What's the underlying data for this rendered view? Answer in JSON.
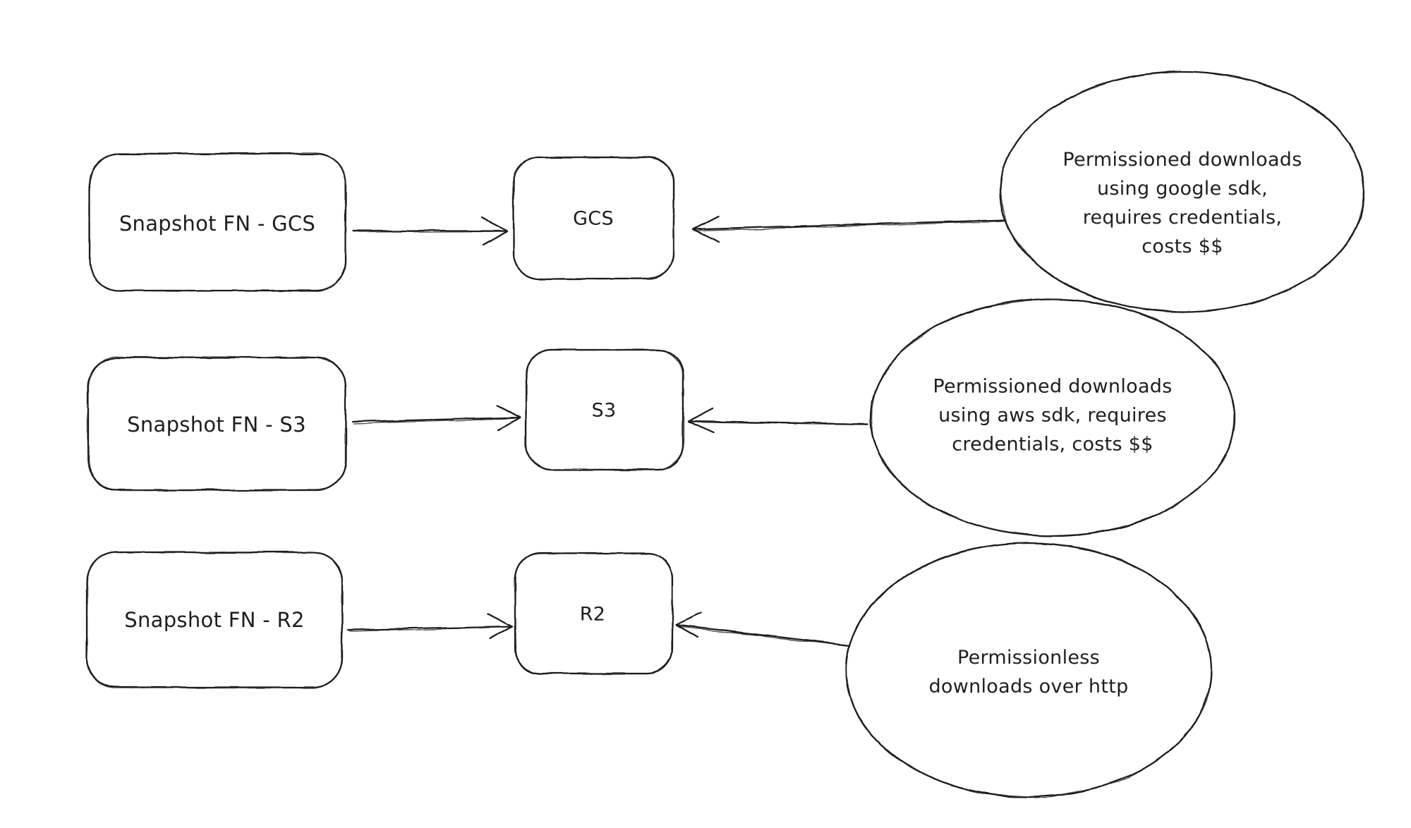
{
  "diagram": {
    "background_color": "#ffffff",
    "stroke_color": "#1e1e1e",
    "rows": [
      {
        "source_label": "Snapshot FN - GCS",
        "target_label": "GCS",
        "annotation": "Permissioned downloads\nusing google sdk,\nrequires credentials,\ncosts $$"
      },
      {
        "source_label": "Snapshot FN - S3",
        "target_label": "S3",
        "annotation": "Permissioned downloads\nusing aws sdk, requires\ncredentials, costs $$"
      },
      {
        "source_label": "Snapshot FN - R2",
        "target_label": "R2",
        "annotation": "Permissionless\ndownloads over http"
      }
    ]
  }
}
